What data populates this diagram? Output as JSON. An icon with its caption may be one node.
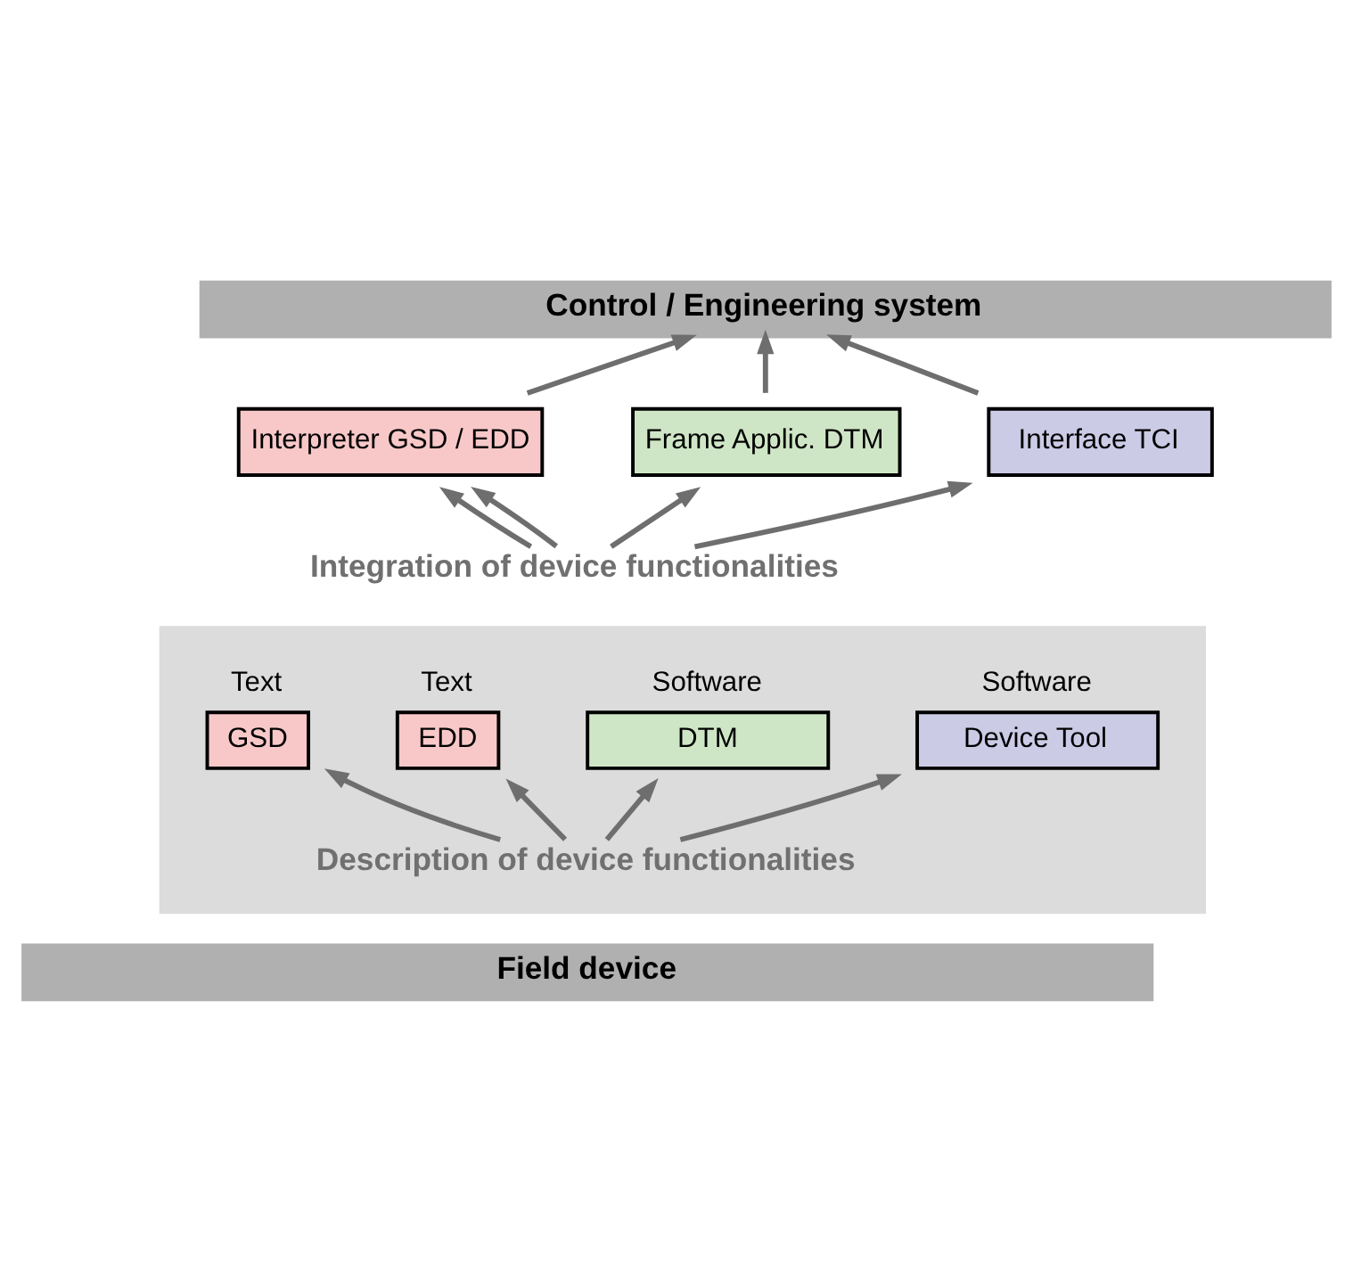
{
  "diagram": {
    "nodes": [
      {
        "text": [
          "Control / Engineering system"
        ]
      },
      {
        "text": [
          "Interpreter GSD / EDD"
        ]
      },
      {
        "text": [
          "Frame Applic. DTM"
        ]
      },
      {
        "text": [
          "Interface TCI"
        ]
      },
      {
        "text": [
          "Integration of device functionalities"
        ]
      },
      {
        "text": [],
        "shape": "box"
      },
      {
        "text": [
          "GSD"
        ],
        "in": 5,
        "beside": [
          "Text"
        ]
      },
      {
        "text": [
          "EDD"
        ],
        "in": 5,
        "beside": [
          "Text"
        ]
      },
      {
        "text": [
          "DTM"
        ],
        "in": 5,
        "beside": [
          "Software"
        ]
      },
      {
        "text": [
          "Device Tool"
        ],
        "in": 5,
        "beside": [
          "Software"
        ]
      },
      {
        "text": [
          "Description of device functionalities"
        ],
        "in": 5
      },
      {
        "text": [
          "Field device"
        ]
      }
    ],
    "edges": [
      {
        "from": 1,
        "to": 0,
        "arrow": "to"
      },
      {
        "from": 2,
        "to": 0,
        "arrow": "to"
      },
      {
        "from": 3,
        "to": 0,
        "arrow": "to"
      },
      {
        "from": 4,
        "to": 1,
        "arrow": "to"
      },
      {
        "from": 4,
        "to": 1,
        "arrow": "to"
      },
      {
        "from": 4,
        "to": 2,
        "arrow": "to"
      },
      {
        "from": 4,
        "to": 3,
        "arrow": "to"
      },
      {
        "from": 10,
        "to": 6,
        "arrow": "to"
      },
      {
        "from": 10,
        "to": 7,
        "arrow": "to"
      },
      {
        "from": 10,
        "to": 8,
        "arrow": "to"
      },
      {
        "from": 10,
        "to": 9,
        "arrow": "to"
      }
    ]
  }
}
